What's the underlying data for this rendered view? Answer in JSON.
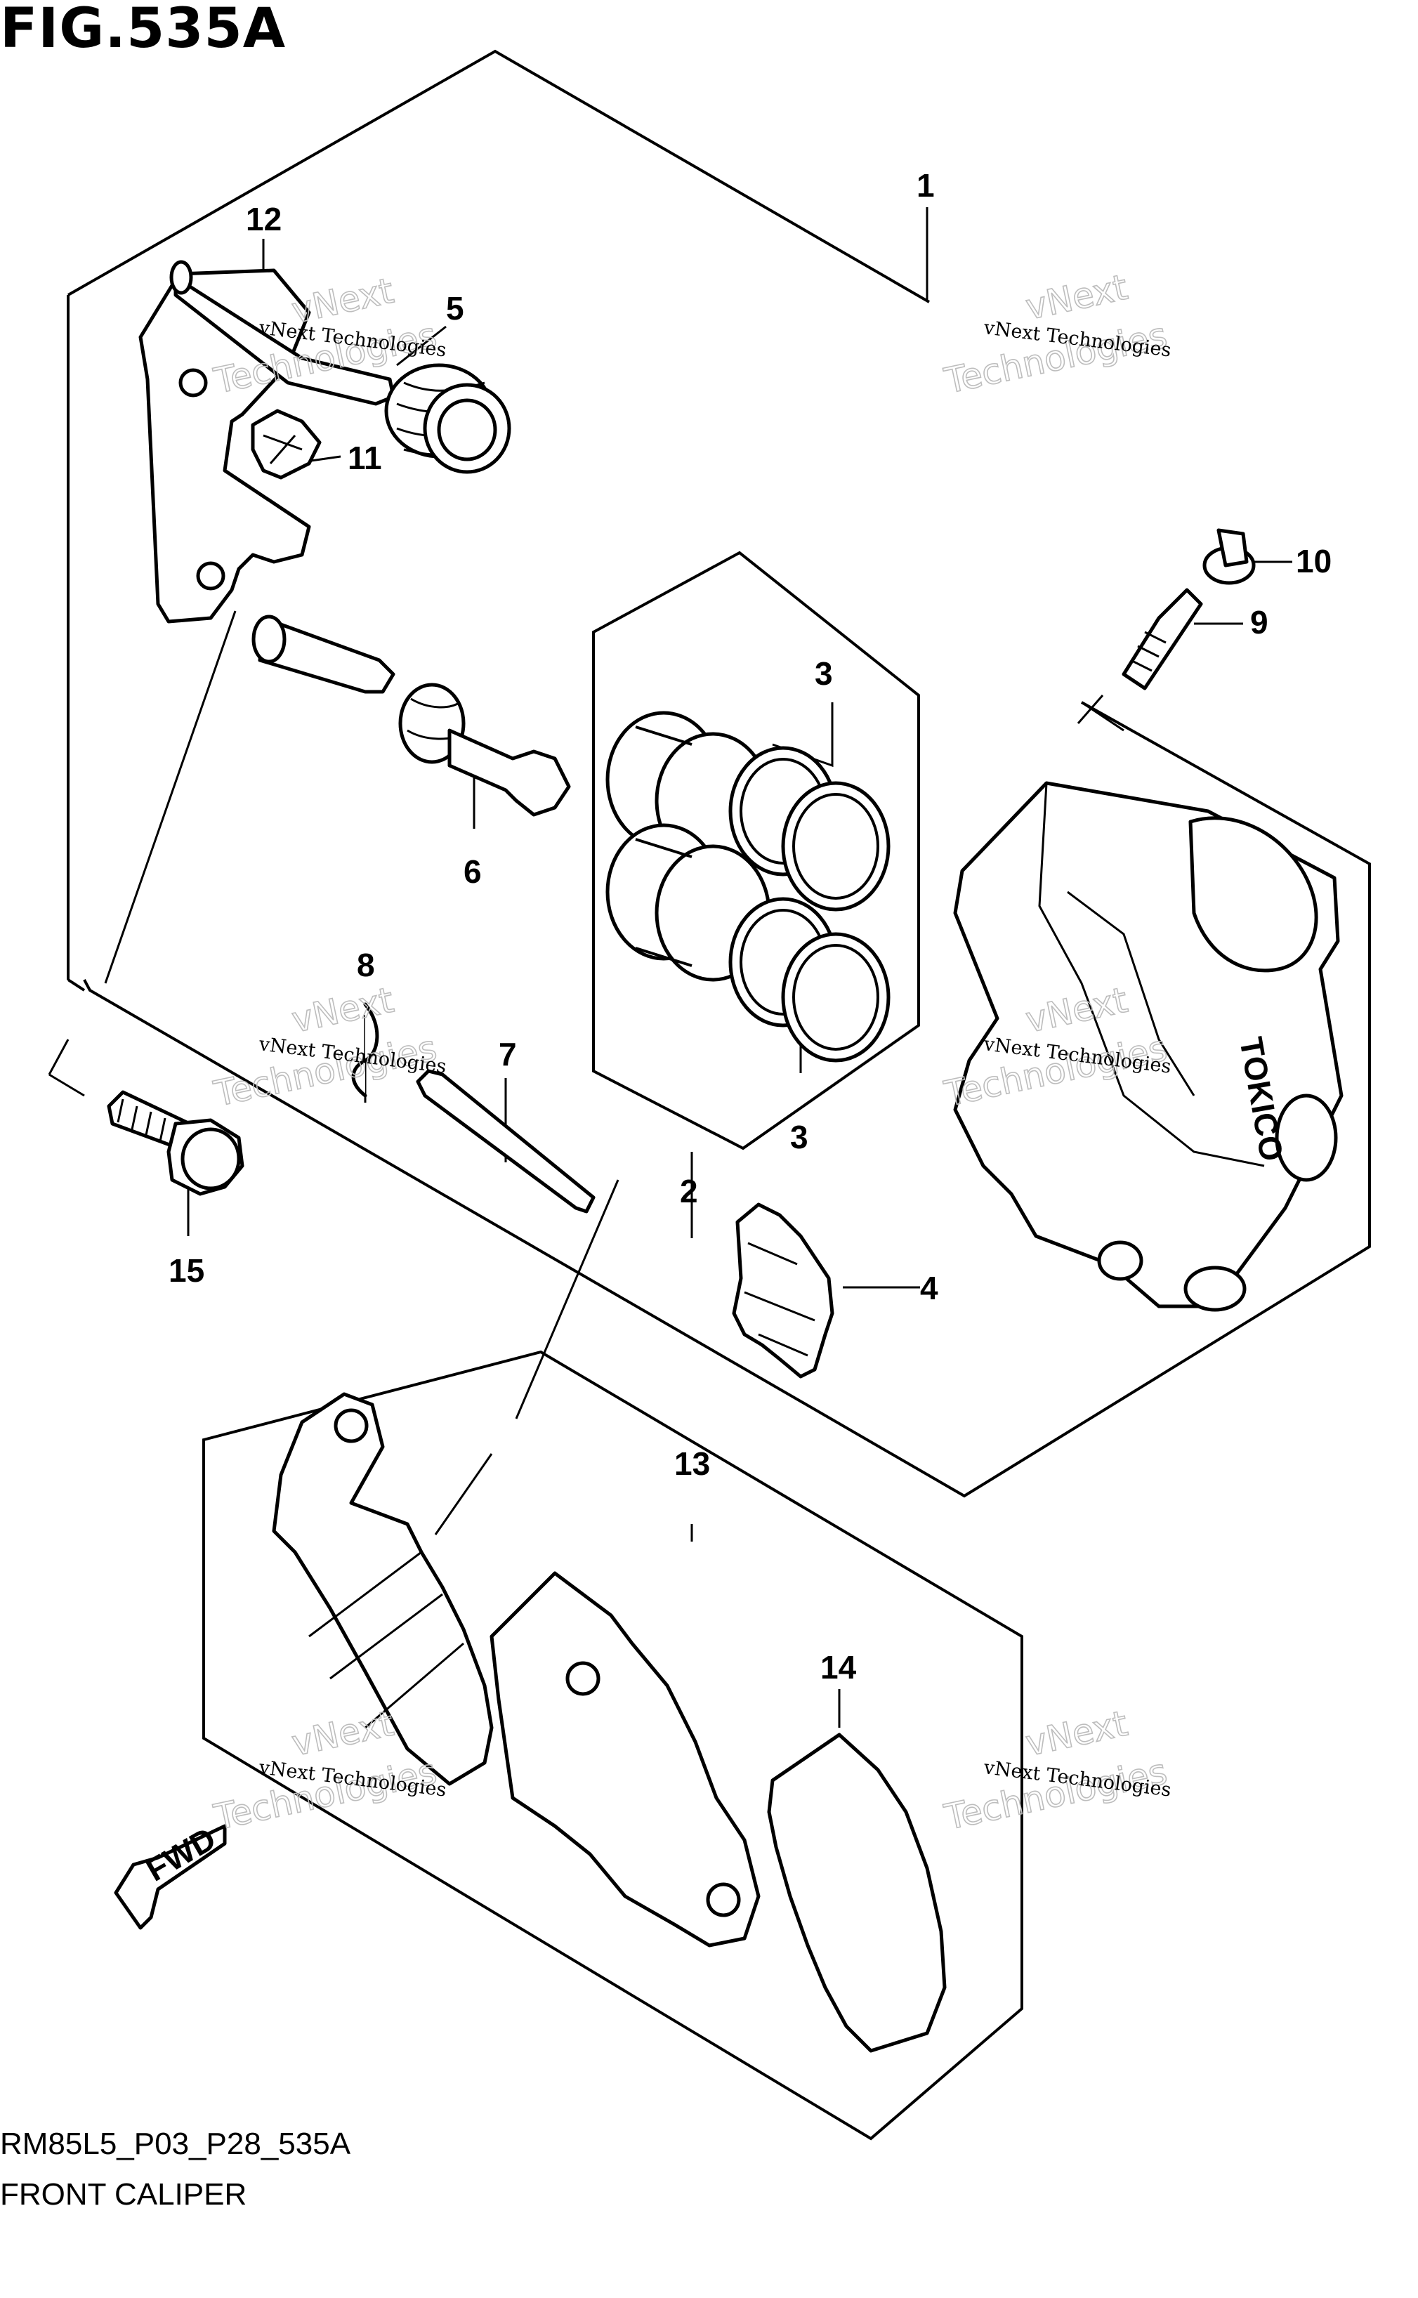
{
  "figure": {
    "title": "FIG.535A",
    "code": "RM85L5_P03_P28_535A",
    "name": "FRONT CALIPER"
  },
  "callouts": [
    {
      "id": "1",
      "label": "1"
    },
    {
      "id": "2",
      "label": "2"
    },
    {
      "id": "3a",
      "label": "3"
    },
    {
      "id": "3b",
      "label": "3"
    },
    {
      "id": "4",
      "label": "4"
    },
    {
      "id": "5",
      "label": "5"
    },
    {
      "id": "6",
      "label": "6"
    },
    {
      "id": "7",
      "label": "7"
    },
    {
      "id": "8",
      "label": "8"
    },
    {
      "id": "9",
      "label": "9"
    },
    {
      "id": "10",
      "label": "10"
    },
    {
      "id": "11",
      "label": "11"
    },
    {
      "id": "12",
      "label": "12"
    },
    {
      "id": "13",
      "label": "13"
    },
    {
      "id": "14",
      "label": "14"
    },
    {
      "id": "15",
      "label": "15"
    }
  ],
  "watermark": {
    "line1": "vNext Technologies",
    "big1": "vNext",
    "big2": "Technologies"
  },
  "caliper_brand": "TOKICO",
  "fwd_label": "FWD"
}
